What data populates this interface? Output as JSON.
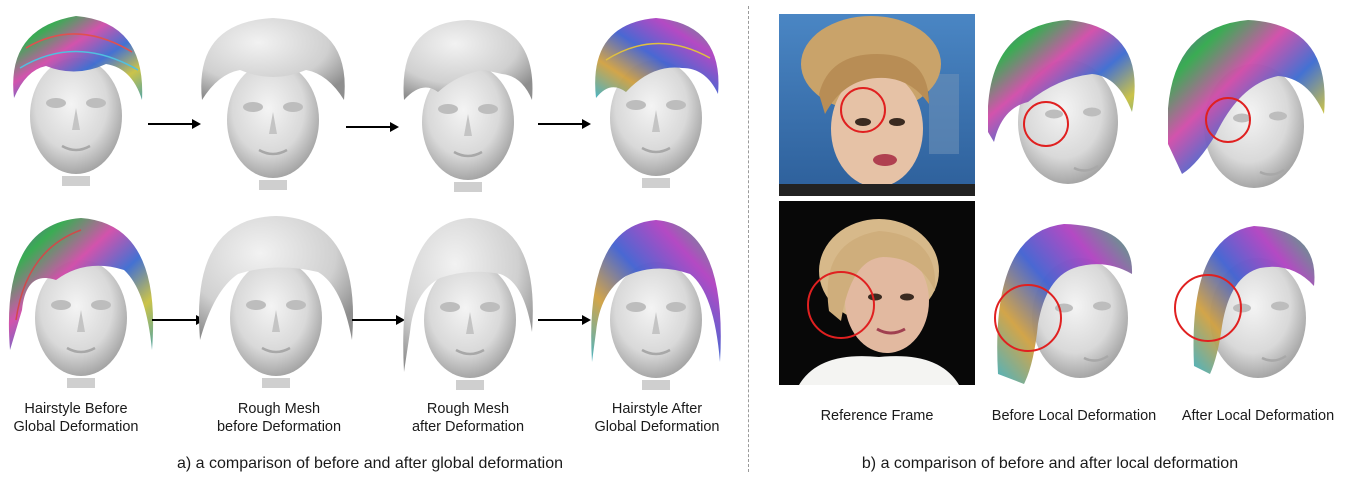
{
  "panel_a": {
    "labels": [
      {
        "line1": "Hairstyle Before",
        "line2": "Global Deformation"
      },
      {
        "line1": "Rough Mesh",
        "line2": "before Deformation"
      },
      {
        "line1": "Rough Mesh",
        "line2": "after Deformation"
      },
      {
        "line1": "Hairstyle After",
        "line2": "Global Deformation"
      }
    ],
    "caption": "a) a comparison of before and after global deformation"
  },
  "panel_b": {
    "labels": [
      "Reference Frame",
      "Before Local Deformation",
      "After Local Deformation"
    ],
    "caption": "b) a comparison of before and after local deformation"
  },
  "colors": {
    "highlight_circle": "#e02020",
    "photo_bg_top": "#3a72b0",
    "photo_bg_bottom": "#0a0a0a",
    "mesh_gray": "#d6d6d6"
  }
}
